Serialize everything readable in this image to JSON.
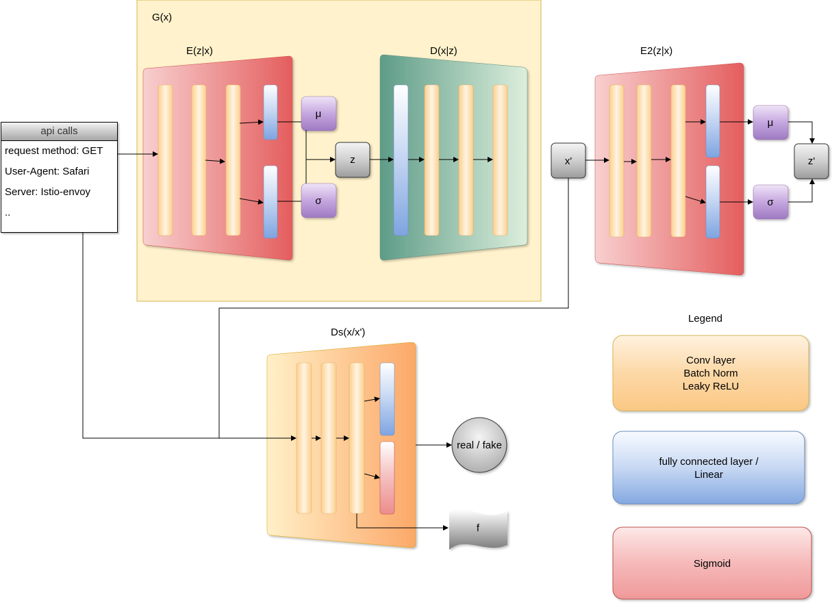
{
  "diagram": {
    "generator": {
      "label": "G(x)"
    },
    "encoder": {
      "label": "E(z|x)"
    },
    "decoder": {
      "label": "D(x|z)"
    },
    "encoder2": {
      "label": "E2(z|x)"
    },
    "discriminator": {
      "label": "Ds(x/x')"
    },
    "nodes": {
      "mu": "μ",
      "sigma": "σ",
      "z": "z",
      "x_prime": "x'",
      "mu2": "μ",
      "sigma2": "σ",
      "z_prime": "z'",
      "real_fake": "real / fake",
      "f": "f"
    }
  },
  "api_calls": {
    "title": "api calls",
    "rows": [
      "request method: GET",
      "User-Agent: Safari",
      "Server: Istio-envoy",
      ".."
    ]
  },
  "legend": {
    "title": "Legend",
    "items": [
      {
        "lines": [
          "Conv layer",
          "Batch Norm",
          "Leaky ReLU"
        ]
      },
      {
        "lines": [
          "fully connected layer /",
          "Linear"
        ]
      },
      {
        "lines": [
          "Sigmoid"
        ]
      }
    ]
  },
  "colors": {
    "conv": "#fdd9a8",
    "linear": "#8fb0e4",
    "sigmoid": "#f0a0a0",
    "generator_bg": "#fff2cc",
    "encoder": "#e86a6a",
    "decoder": "#6fa892",
    "discriminator": "#fcb56f",
    "node_purple": "#a884c9",
    "node_gray": "#b3b3b3"
  }
}
